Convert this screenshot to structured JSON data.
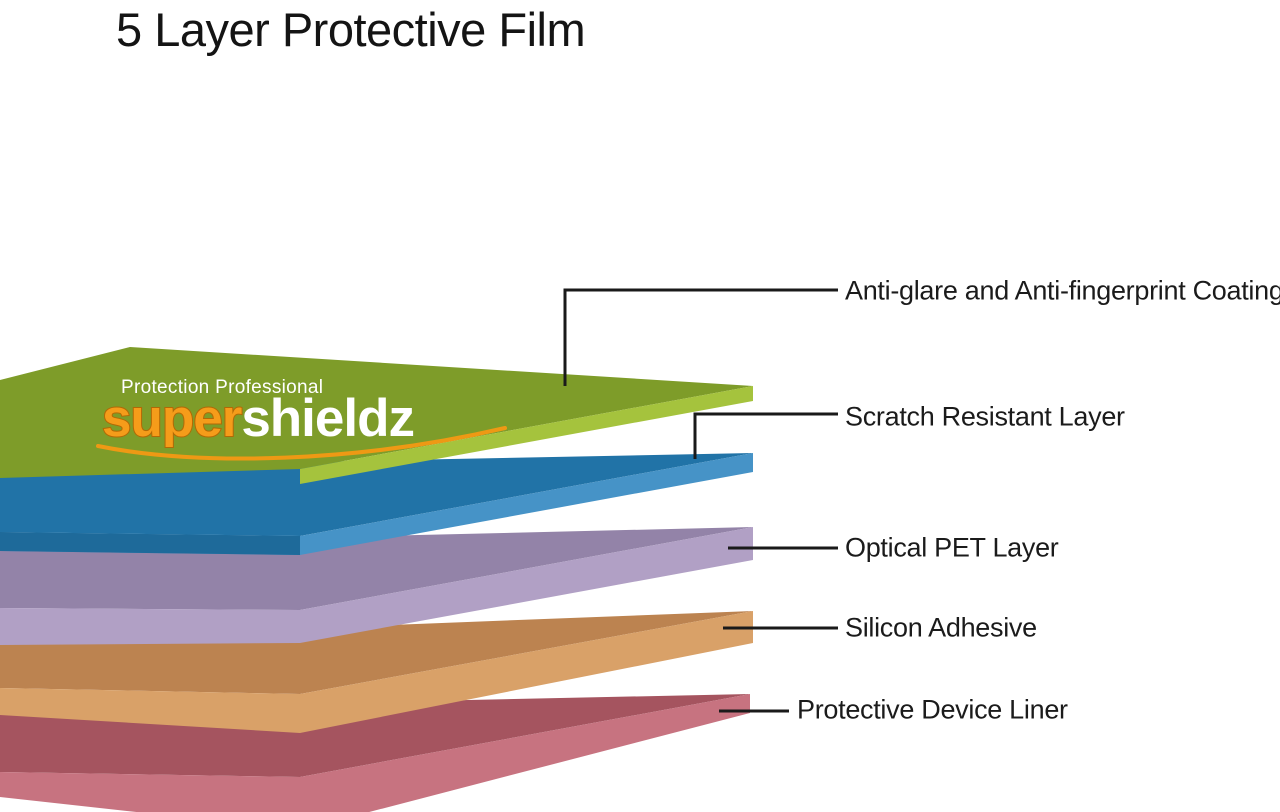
{
  "title": "5 Layer Protective Film",
  "brand": {
    "tagline": "Protection Professional",
    "name_prefix": "super",
    "name_suffix": "shieldz",
    "prefix_color": "#F59C1A",
    "suffix_color": "#FFFFFF",
    "swoosh_color": "#EE9914"
  },
  "diagram": {
    "background": "#FFFFFF",
    "connector_color": "#1A1A1A"
  },
  "layers": [
    {
      "id": "anti-glare-coating",
      "label": "Anti-glare and Anti-fingerprint Coating",
      "colors": {
        "top": "#7E9C29",
        "bevel": "#A5C33D"
      }
    },
    {
      "id": "scratch-resistant",
      "label": "Scratch Resistant Layer",
      "colors": {
        "top": "#2173A7",
        "bevel": "#4693C7",
        "side": "#1E6A9A"
      }
    },
    {
      "id": "optical-pet",
      "label": "Optical PET Layer",
      "colors": {
        "top": "#9383A8",
        "bevel": "#B1A0C5"
      }
    },
    {
      "id": "silicon-adhesive",
      "label": "Silicon Adhesive",
      "colors": {
        "top": "#BC8350",
        "bevel": "#D9A168"
      }
    },
    {
      "id": "protective-device-liner",
      "label": "Protective Device Liner",
      "colors": {
        "top": "#A5545F",
        "bevel": "#C77380"
      }
    }
  ]
}
